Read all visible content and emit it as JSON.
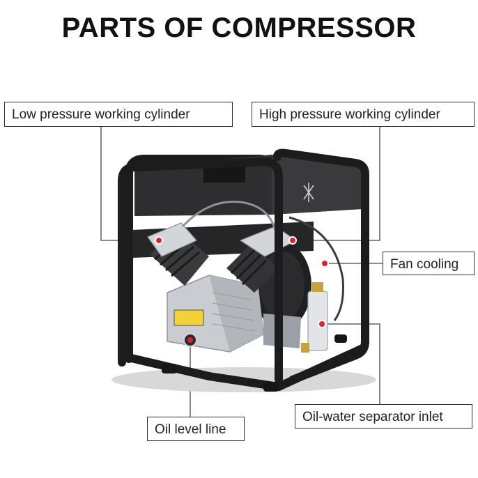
{
  "title": "PARTS OF COMPRESSOR",
  "labels": {
    "low_pressure": "Low pressure working cylinder",
    "high_pressure": "High pressure working cylinder",
    "fan_cooling": "Fan cooling",
    "oil_level": "Oil level line",
    "separator_inlet": "Oil-water separator inlet"
  },
  "colors": {
    "frame": "#1c1c1c",
    "panel": "#2e2e30",
    "aluminum": "#c9ccd0",
    "marker": "#e0202a",
    "leader": "#444444"
  }
}
